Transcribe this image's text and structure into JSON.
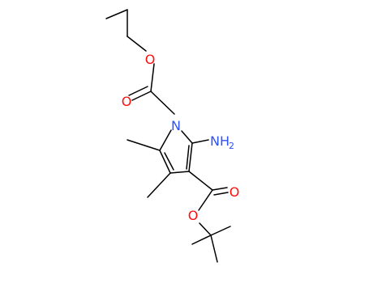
{
  "molecule": {
    "atoms": {
      "o_ether_top": {
        "text": "O",
        "color": "#ff0d0d"
      },
      "o_carbonyl_top": {
        "text": "O",
        "color": "#ff0d0d"
      },
      "n_ring": {
        "text": "N",
        "color": "#3050f8"
      },
      "nh2": {
        "text": "NH",
        "sub": "2",
        "color": "#3050f8"
      },
      "o_carbonyl_bottom": {
        "text": "O",
        "color": "#ff0d0d"
      },
      "o_ester_bottom": {
        "text": "O",
        "color": "#ff0d0d"
      }
    }
  }
}
